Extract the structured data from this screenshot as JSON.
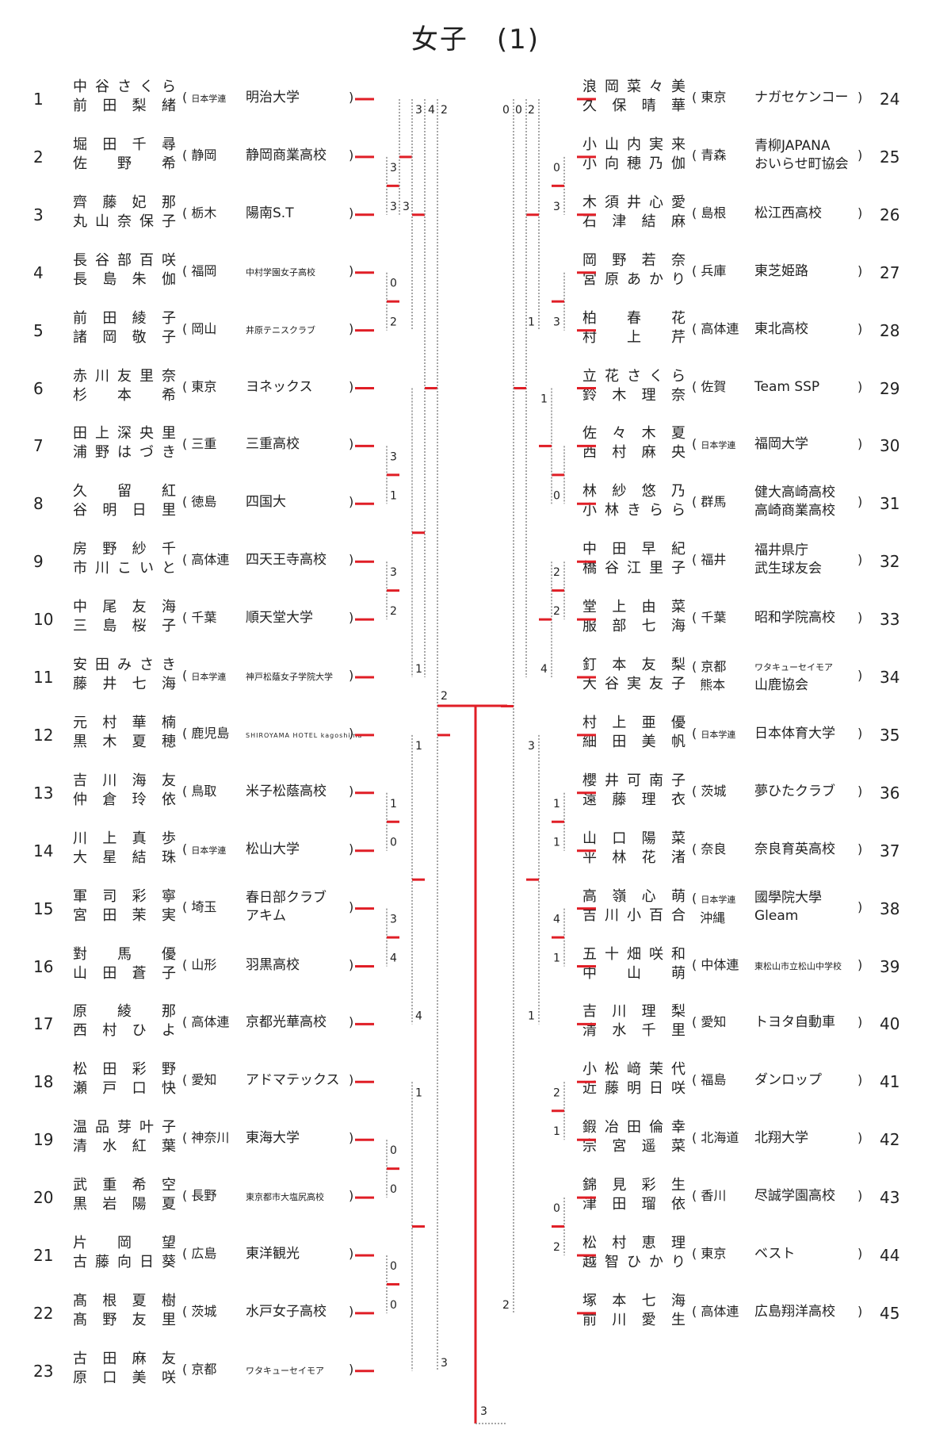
{
  "title": "女子　(1)",
  "entries": [
    {
      "num": "1",
      "p1": "中谷さくら",
      "p2": "前田梨緒",
      "pref": "日本学連",
      "pref_small": true,
      "club": "明治大学"
    },
    {
      "num": "2",
      "p1": "堀田千尋",
      "p2": "佐野希",
      "pref": "静岡",
      "club": "静岡商業高校"
    },
    {
      "num": "3",
      "p1": "齊藤妃那",
      "p2": "丸山奈保子",
      "pref": "栃木",
      "club": "陽南S.T"
    },
    {
      "num": "4",
      "p1": "長谷部百咲",
      "p2": "長島朱伽",
      "pref": "福岡",
      "club": "中村学園女子高校",
      "club_small": true
    },
    {
      "num": "5",
      "p1": "前田綾子",
      "p2": "諸岡敬子",
      "pref": "岡山",
      "club": "井原テニスクラブ",
      "club_small": true
    },
    {
      "num": "6",
      "p1": "赤川友里奈",
      "p2": "杉本希",
      "pref": "東京",
      "club": "ヨネックス"
    },
    {
      "num": "7",
      "p1": "田上深央里",
      "p2": "浦野はづき",
      "pref": "三重",
      "club": "三重高校"
    },
    {
      "num": "8",
      "p1": "久留紅",
      "p2": "谷明日里",
      "pref": "徳島",
      "club": "四国大"
    },
    {
      "num": "9",
      "p1": "房野紗千",
      "p2": "市川こいと",
      "pref": "高体連",
      "club": "四天王寺高校"
    },
    {
      "num": "10",
      "p1": "中尾友海",
      "p2": "三島桜子",
      "pref": "千葉",
      "club": "順天堂大学"
    },
    {
      "num": "11",
      "p1": "安田みさき",
      "p2": "藤井七海",
      "pref": "日本学連",
      "pref_small": true,
      "club": "神戸松蔭女子学院大学",
      "club_small": true
    },
    {
      "num": "12",
      "p1": "元村華楠",
      "p2": "黒木夏穂",
      "pref": "鹿児島",
      "club": "SHIROYAMA HOTEL kagoshima",
      "club_tiny": true
    },
    {
      "num": "13",
      "p1": "吉川海友",
      "p2": "仲倉玲依",
      "pref": "鳥取",
      "club": "米子松蔭高校"
    },
    {
      "num": "14",
      "p1": "川上真歩",
      "p2": "大星結珠",
      "pref": "日本学連",
      "pref_small": true,
      "club": "松山大学"
    },
    {
      "num": "15",
      "p1": "軍司彩寧",
      "p2": "宮田茉実",
      "pref": "埼玉",
      "club": "春日部クラブ",
      "club2": "アキム"
    },
    {
      "num": "16",
      "p1": "對馬優",
      "p2": "山田蒼子",
      "pref": "山形",
      "club": "羽黒高校"
    },
    {
      "num": "17",
      "p1": "原綾那",
      "p2": "西村ひよ",
      "pref": "高体連",
      "club": "京都光華高校"
    },
    {
      "num": "18",
      "p1": "松田彩野",
      "p2": "瀬戸口快",
      "pref": "愛知",
      "club": "アドマテックス"
    },
    {
      "num": "19",
      "p1": "温品芽叶子",
      "p2": "清水紅葉",
      "pref": "神奈川",
      "club": "東海大学"
    },
    {
      "num": "20",
      "p1": "武重希空",
      "p2": "黒岩陽夏",
      "pref": "長野",
      "club": "東京都市大塩尻高校",
      "club_small": true
    },
    {
      "num": "21",
      "p1": "片岡望",
      "p2": "古藤向日葵",
      "pref": "広島",
      "club": "東洋観光"
    },
    {
      "num": "22",
      "p1": "髙根夏樹",
      "p2": "髙野友里",
      "pref": "茨城",
      "club": "水戸女子高校"
    },
    {
      "num": "23",
      "p1": "古田麻友",
      "p2": "原口美咲",
      "pref": "京都",
      "club": "ワタキューセイモア",
      "club_small": true
    },
    {
      "num": "24",
      "p1": "浪岡菜々美",
      "p2": "久保晴華",
      "pref": "東京",
      "club": "ナガセケンコー"
    },
    {
      "num": "25",
      "p1": "小山内実来",
      "p2": "小向穂乃伽",
      "pref": "青森",
      "club": "青柳JAPANA",
      "club2": "おいらせ町協会"
    },
    {
      "num": "26",
      "p1": "木須井心愛",
      "p2": "石津結麻",
      "pref": "島根",
      "club": "松江西高校"
    },
    {
      "num": "27",
      "p1": "岡野若奈",
      "p2": "宮原あかり",
      "pref": "兵庫",
      "club": "東芝姫路"
    },
    {
      "num": "28",
      "p1": "柏春花",
      "p2": "村上芹",
      "pref": "高体連",
      "club": "東北高校"
    },
    {
      "num": "29",
      "p1": "立花さくら",
      "p2": "鈴木理奈",
      "pref": "佐賀",
      "club": "Team SSP"
    },
    {
      "num": "30",
      "p1": "佐々木夏",
      "p2": "西村麻央",
      "pref": "日本学連",
      "pref_small": true,
      "club": "福岡大学"
    },
    {
      "num": "31",
      "p1": "林紗悠乃",
      "p2": "小林きらら",
      "pref": "群馬",
      "club": "健大高崎高校",
      "club2": "高崎商業高校"
    },
    {
      "num": "32",
      "p1": "中田早紀",
      "p2": "橋谷江里子",
      "pref": "福井",
      "club": "福井県庁",
      "club2": "武生球友会"
    },
    {
      "num": "33",
      "p1": "堂上由菜",
      "p2": "服部七海",
      "pref": "千葉",
      "club": "昭和学院高校"
    },
    {
      "num": "34",
      "p1": "釘本友梨",
      "p2": "大谷実友子",
      "pref": "京都",
      "pref2": "熊本",
      "club": "ワタキューセイモア",
      "club_small": true,
      "club2": "山鹿協会"
    },
    {
      "num": "35",
      "p1": "村上亜優",
      "p2": "細田美帆",
      "pref": "日本学連",
      "pref_small": true,
      "club": "日本体育大学"
    },
    {
      "num": "36",
      "p1": "櫻井可南子",
      "p2": "遠藤理衣",
      "pref": "茨城",
      "club": "夢ひたクラブ"
    },
    {
      "num": "37",
      "p1": "山口陽菜",
      "p2": "平林花渚",
      "pref": "奈良",
      "club": "奈良育英高校"
    },
    {
      "num": "38",
      "p1": "高嶺心萌",
      "p2": "吉川小百合",
      "pref": "日本学連",
      "pref_small": true,
      "pref2": "沖縄",
      "club": "國學院大學",
      "club2": "Gleam"
    },
    {
      "num": "39",
      "p1": "五十畑咲和",
      "p2": "中山萌",
      "pref": "中体連",
      "club": "東松山市立松山中学校",
      "club_small": true
    },
    {
      "num": "40",
      "p1": "吉川理梨",
      "p2": "清水千里",
      "pref": "愛知",
      "club": "トヨタ自動車"
    },
    {
      "num": "41",
      "p1": "小松﨑茉代",
      "p2": "近藤明日咲",
      "pref": "福島",
      "club": "ダンロップ"
    },
    {
      "num": "42",
      "p1": "鍜冶田倫幸",
      "p2": "宗宮遥菜",
      "pref": "北海道",
      "club": "北翔大学"
    },
    {
      "num": "43",
      "p1": "錦見彩生",
      "p2": "津田瑠依",
      "pref": "香川",
      "club": "尽誠学園高校"
    },
    {
      "num": "44",
      "p1": "松村恵理",
      "p2": "越智ひかり",
      "pref": "東京",
      "club": "ベスト"
    },
    {
      "num": "45",
      "p1": "塚本七海",
      "p2": "前川愛生",
      "pref": "高体連",
      "club": "広島翔洋高校"
    }
  ],
  "bracket": {
    "color_win": "#e01e26",
    "color_lose": "#888888",
    "scores": [
      {
        "side": "L",
        "a": 2,
        "b": 3,
        "level": 1,
        "va": "3",
        "vb": "3"
      },
      {
        "side": "L",
        "a": 1,
        "b": 3,
        "level": 2,
        "va": "",
        "vb": "3"
      },
      {
        "side": "L",
        "a": 4,
        "b": 5,
        "level": 1,
        "va": "0",
        "vb": "2"
      },
      {
        "side": "L",
        "a": 1,
        "b": 5,
        "level": 3,
        "va": "3",
        "vb": ""
      },
      {
        "side": "L",
        "a": 7,
        "b": 8,
        "level": 1,
        "va": "3",
        "vb": "1"
      },
      {
        "side": "L",
        "a": 9,
        "b": 10,
        "level": 1,
        "va": "3",
        "vb": "2"
      },
      {
        "side": "L",
        "a": 1,
        "b": 11,
        "level": 4,
        "va": "4",
        "vb": ""
      },
      {
        "side": "L",
        "a": 6,
        "b": 11,
        "level": 3,
        "va": "",
        "vb": "1"
      },
      {
        "side": "L",
        "a": 13,
        "b": 14,
        "level": 1,
        "va": "1",
        "vb": "0"
      },
      {
        "side": "L",
        "a": 15,
        "b": 16,
        "level": 1,
        "va": "3",
        "vb": "4"
      },
      {
        "side": "L",
        "a": 12,
        "b": 17,
        "level": 3,
        "va": "1",
        "vb": "4"
      },
      {
        "side": "L",
        "a": 19,
        "b": 20,
        "level": 1,
        "va": "0",
        "vb": "0"
      },
      {
        "side": "L",
        "a": 21,
        "b": 22,
        "level": 1,
        "va": "0",
        "vb": "0"
      },
      {
        "side": "L",
        "a": 18,
        "b": 23,
        "level": 3,
        "va": "1",
        "vb": ""
      },
      {
        "side": "L",
        "a": 1,
        "b": 23,
        "level": 5,
        "va": "2",
        "vb": "3"
      },
      {
        "side": "R",
        "a": 25,
        "b": 26,
        "level": 1,
        "va": "0",
        "vb": "3"
      },
      {
        "side": "R",
        "a": 24,
        "b": 28,
        "level": 3,
        "va": "2",
        "vb": "1"
      },
      {
        "side": "R",
        "a": 27,
        "b": 28,
        "level": 1,
        "va": "",
        "vb": "3"
      },
      {
        "side": "R",
        "a": 30,
        "b": 31,
        "level": 1,
        "va": "",
        "vb": "0"
      },
      {
        "side": "R",
        "a": 29,
        "b": 31,
        "level": 2,
        "va": "1",
        "vb": ""
      },
      {
        "side": "R",
        "a": 24,
        "b": 34,
        "level": 4,
        "va": "0",
        "vb": ""
      },
      {
        "side": "R",
        "a": 32,
        "b": 33,
        "level": 1,
        "va": "2",
        "vb": "2"
      },
      {
        "side": "R",
        "a": 32,
        "b": 34,
        "level": 2,
        "va": "",
        "vb": "4"
      },
      {
        "side": "R",
        "a": 36,
        "b": 37,
        "level": 1,
        "va": "1",
        "vb": "1"
      },
      {
        "side": "R",
        "a": 38,
        "b": 39,
        "level": 1,
        "va": "4",
        "vb": "1"
      },
      {
        "side": "R",
        "a": 35,
        "b": 40,
        "level": 3,
        "va": "3",
        "vb": "1"
      },
      {
        "side": "R",
        "a": 41,
        "b": 42,
        "level": 1,
        "va": "2",
        "vb": "1"
      },
      {
        "side": "R",
        "a": 43,
        "b": 44,
        "level": 1,
        "va": "0",
        "vb": "2"
      },
      {
        "side": "R",
        "a": 24,
        "b": 45,
        "level": 5,
        "va": "0",
        "vb": "2"
      }
    ]
  }
}
